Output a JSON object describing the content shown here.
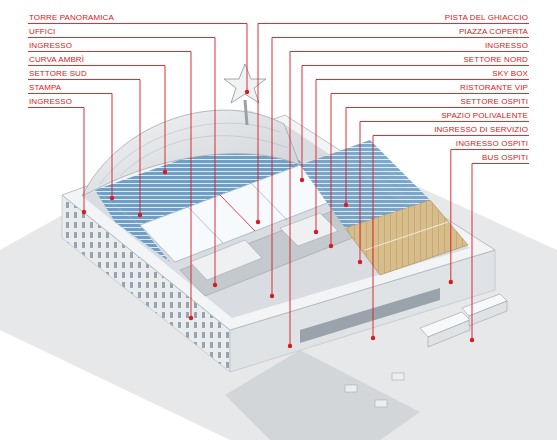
{
  "diagram": {
    "labels": [
      "TORRE PANORAMICA",
      "UFFICI",
      "INGRESSO",
      "CURVA AMBRÌ",
      "SETTORE SUD",
      "STAMPA",
      "INGRESSO",
      "PISTA DEL GHIACCIO",
      "PIAZZA COPERTA",
      "INGRESSO",
      "SETTORE NORD",
      "SKY BOX",
      "RISTORANTE VIP",
      "SETTORE OSPITI",
      "SPAZIO POLIVALENTE",
      "INGRESSO DI SERVIZIO",
      "INGRESSO OSPITI",
      "BUS OSPITI"
    ]
  }
}
